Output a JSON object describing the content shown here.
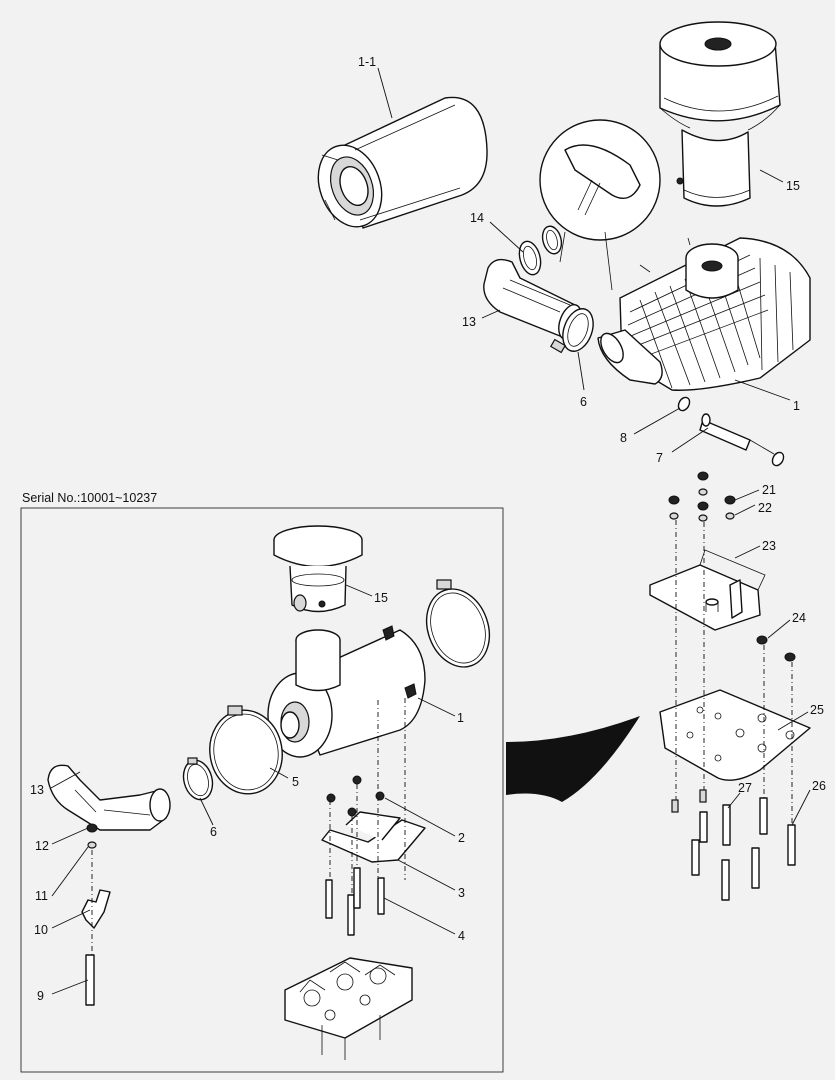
{
  "serial_note": "Serial No.:10001~10237",
  "top_callouts": [
    "1-1",
    "14",
    "15",
    "13",
    "6",
    "1",
    "8",
    "7"
  ],
  "right_callouts": [
    "21",
    "22",
    "23",
    "24",
    "25",
    "27",
    "26"
  ],
  "inset_callouts": [
    "15",
    "1",
    "13",
    "6",
    "5",
    "2",
    "12",
    "11",
    "3",
    "10",
    "4",
    "9"
  ]
}
